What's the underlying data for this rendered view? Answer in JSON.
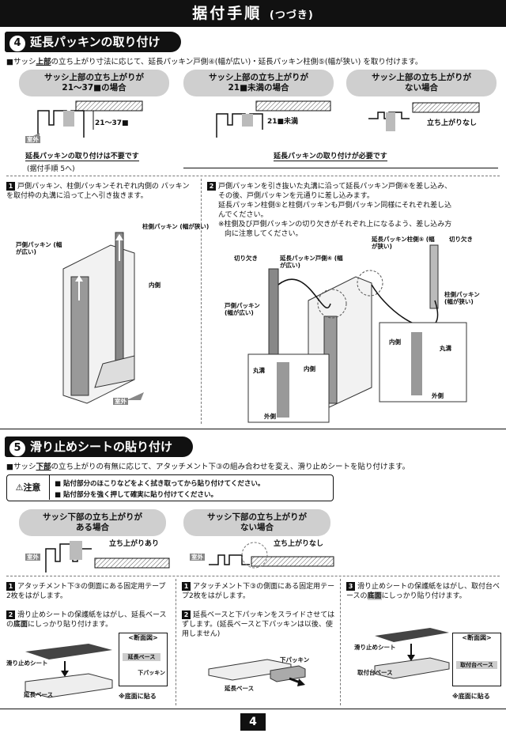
{
  "header": {
    "title": "据付手順",
    "sub": "(つづき)"
  },
  "s4": {
    "num": "4",
    "title": "延長パッキンの取り付け",
    "lead_pre": "■サッシ",
    "lead_bold": "上部",
    "lead_post": "の立ち上がり寸法に応じて、延長パッキン戸側④(幅が広い)・延長パッキン柱側⑤(幅が狭い) を取り付けます。",
    "pill1_l1": "サッシ上部の立ち上がりが",
    "pill1_l2": "21〜37■の場合",
    "pill2_l1": "サッシ上部の立ち上がりが",
    "pill2_l2": "21■未満の場合",
    "pill3_l1": "サッシ上部の立ち上がりが",
    "pill3_l2": "ない場合",
    "dim1": "21〜37■",
    "dim2": "21■未満",
    "none": "立ち上がりなし",
    "outdoor": "室外",
    "note1": "延長パッキンの取り付けは不要です",
    "note1_sub": "(据付手順 5へ)",
    "note2": "延長パッキンの取り付けが必要です",
    "step1_num": "1",
    "step1_text": "戸側パッキン、柱側パッキンそれぞれ内側の パッキンを取付枠の丸溝に沿って上へ引き抜きます。",
    "step2_num": "2",
    "step2_l1": "戸側パッキンを引き抜いた丸溝に沿って延長パッキン戸側④を差し込み、",
    "step2_l2": "その後、戸側パッキンを元通りに差し込みます。",
    "step2_l3": "延長パッキン柱側⑤と柱側パッキンも戸側パッキン同様にそれぞれ差し込",
    "step2_l4": "んでください。",
    "step2_l5": "※柱側及び戸側パッキンの切り欠きがそれぞれ上になるよう、差し込み方",
    "step2_l6": "向に注意してください。",
    "lbl_pillar": "柱側パッキン (幅が狭い)",
    "lbl_door": "戸側パッキン (幅が広い)",
    "lbl_inside": "内側",
    "lbl_outside": "室外",
    "lbl_notch": "切り欠き",
    "lbl_ext_door": "延長パッキン戸側④ (幅が広い)",
    "lbl_ext_pillar": "延長パッキン柱側⑤ (幅が狭い)",
    "lbl_door2": "戸側パッキン (幅が広い)",
    "lbl_pillar2": "柱側パッキン (幅が狭い)",
    "lbl_groove": "丸溝",
    "lbl_in": "内側",
    "lbl_out": "外側"
  },
  "s5": {
    "num": "5",
    "title": "滑り止めシートの貼り付け",
    "lead_pre": "■サッシ",
    "lead_bold": "下部",
    "lead_post": "の立ち上がりの有無に応じて、アタッチメント下③の組み合わせを変え、滑り止めシートを貼り付けます。",
    "caution_tag": "注意",
    "caution1": "■ 貼付部分のほこりなどをよく拭き取ってから貼り付けてください。",
    "caution2": "■ 貼付部分を強く押して確実に貼り付けてください。",
    "pillA_l1": "サッシ下部の立ち上がりが",
    "pillA_l2": "ある場合",
    "pillB_l1": "サッシ下部の立ち上がりが",
    "pillB_l2": "ない場合",
    "rise": "立ち上がりあり",
    "norise": "立ち上がりなし",
    "outdoor": "室外",
    "a1_num": "1",
    "a1_text": "アタッチメント下③の側面にある固定用テープ2枚をはがします。",
    "a2_num": "2",
    "a2_pre": "滑り止めシートの保護紙をはがし、延長ベースの",
    "a2_bold": "底面",
    "a2_post": "にしっかり貼り付けます。",
    "b1_num": "1",
    "b1_text": "アタッチメント下③の側面にある固定用テープ2枚をはがします。",
    "b2_num": "2",
    "b2_text": "延長ベースと下パッキンをスライドさせてはずします。(延長ベースと下パッキンは以後、使用しません)",
    "c3_num": "3",
    "c3_pre": "滑り止めシートの保護紙をはがし、取付台ベースの",
    "c3_bold": "底面",
    "c3_post": "にしっかり貼り付けます。",
    "lbl_sheet": "滑り止めシート",
    "lbl_extbase": "延長ベース",
    "lbl_section": "<断面図>",
    "lbl_extbase2": "延長ベース",
    "lbl_lowerpack": "下パッキン",
    "lbl_bottom": "※底面に貼る",
    "lbl_lowerpack2": "下パッキン",
    "lbl_extbase3": "延長ベース",
    "lbl_sheet2": "滑り止めシート",
    "lbl_mountbase": "取付台ベース",
    "lbl_section2": "<断面図>",
    "lbl_mountbase2": "取付台ベース",
    "lbl_bottom2": "※底面に貼る"
  },
  "page": "4"
}
